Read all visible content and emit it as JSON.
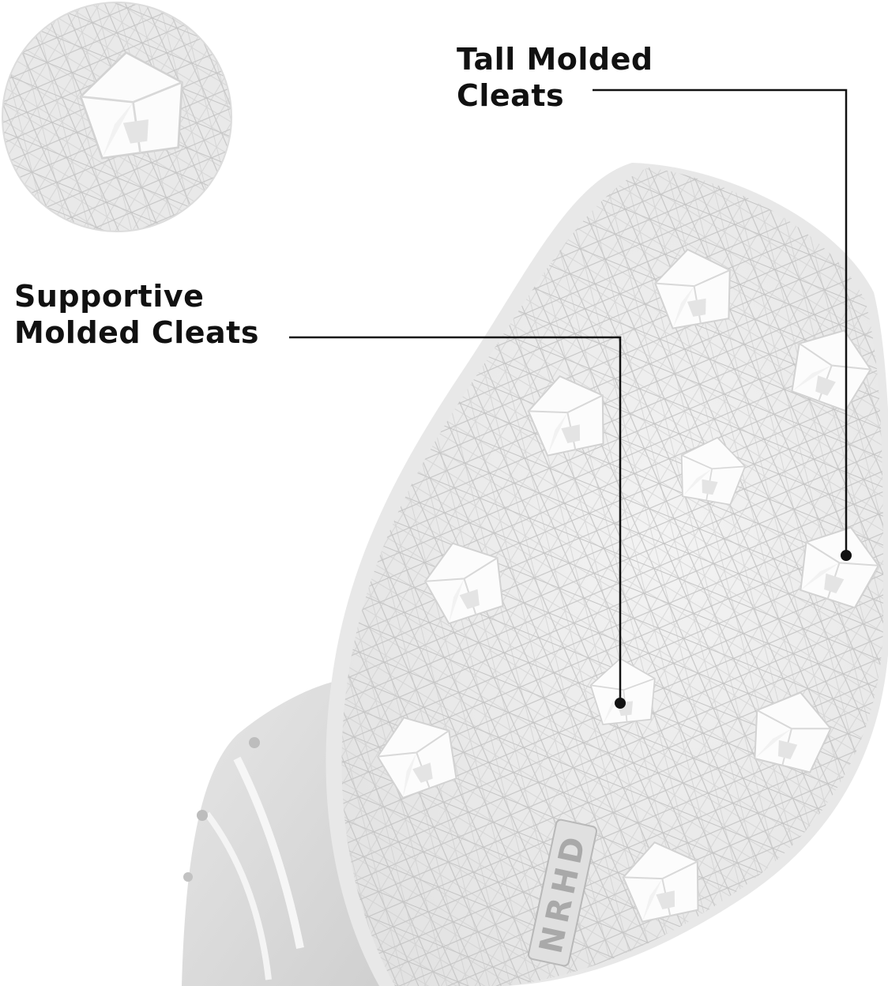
{
  "callouts": {
    "tall_molded_cleats": {
      "line1": "Tall Molded",
      "line2": "Cleats"
    },
    "supportive_molded_cleats": {
      "line1": "Supportive",
      "line2": "Molded Cleats"
    }
  },
  "sole_logo_text": "NRHD",
  "colors": {
    "background": "#ffffff",
    "label_text": "#111111",
    "leader_line": "#111111",
    "sole": "#f0f0f0",
    "upper": "#d9d9d9",
    "cleat": "#fbfbfb"
  },
  "icons": {
    "detail_inset": "cleat-closeup-icon",
    "product": "cleat-sole-icon"
  }
}
